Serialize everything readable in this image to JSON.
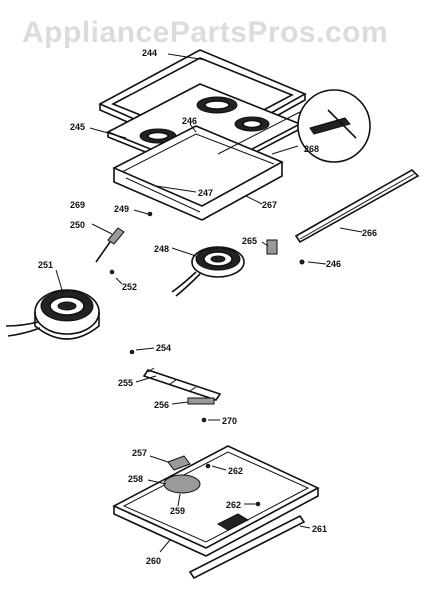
{
  "watermark": "AppliancePartsPros.com",
  "part_labels": {
    "p244": "244",
    "p245": "245",
    "p246a": "246",
    "p246b": "246",
    "p247": "247",
    "p248": "248",
    "p249": "249",
    "p250": "250",
    "p251": "251",
    "p252": "252",
    "p254": "254",
    "p255": "255",
    "p256": "256",
    "p257": "257",
    "p258": "258",
    "p259": "259",
    "p260": "260",
    "p261": "261",
    "p262a": "262",
    "p262b": "262",
    "p265": "265",
    "p266": "266",
    "p267": "267",
    "p268": "268",
    "p270": "270"
  }
}
